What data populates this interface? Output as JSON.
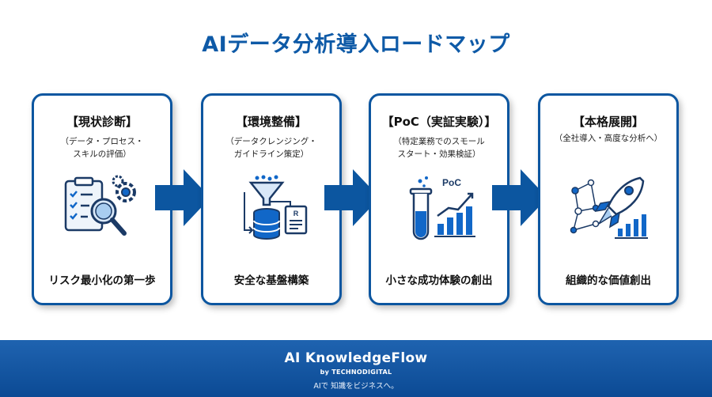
{
  "title": "AIデータ分析導入ロードマップ",
  "steps": [
    {
      "title": "【現状診断】",
      "subtitle": [
        "（データ・プロセス・",
        "スキルの評価）"
      ],
      "icon": "checklist-magnifier-gears-icon",
      "footer": "リスク最小化の第一歩"
    },
    {
      "title": "【環境整備】",
      "subtitle": [
        "（データクレンジング・",
        "ガイドライン策定）"
      ],
      "icon": "funnel-database-report-icon",
      "footer": "安全な基盤構築"
    },
    {
      "title": "【PoC（実証実験）】",
      "subtitle": [
        "（特定業務でのスモール",
        "スタート・効果検証）"
      ],
      "icon": "test-tube-growth-chart-icon",
      "icon_text": "PoC",
      "footer": "小さな成功体験の創出"
    },
    {
      "title": "【本格展開】",
      "subtitle": [
        "（全社導入・高度な分析へ）"
      ],
      "icon": "rocket-network-chart-icon",
      "footer": "組織的な価値創出"
    }
  ],
  "footer": {
    "brand": "AI KnowledgeFlow",
    "byline": "by TECHNODIGITAL",
    "tagline": "AIで 知識をビジネスへ。"
  },
  "colors": {
    "accent": "#0e5aa7",
    "border": "#0c56a0",
    "footer_bg": "#0b4a94"
  }
}
